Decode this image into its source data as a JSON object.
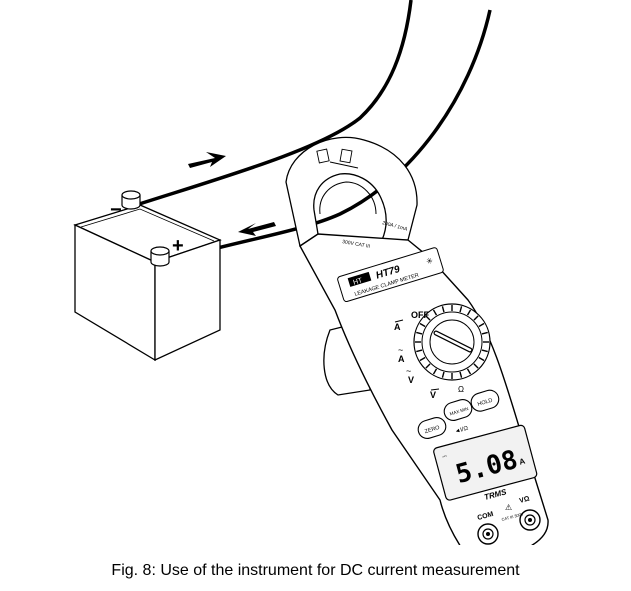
{
  "caption": "Fig. 8: Use of the instrument for DC current measurement",
  "battery": {
    "neg_symbol": "−",
    "pos_symbol": "+"
  },
  "meter": {
    "brand": "HT",
    "model": "HT79",
    "subtitle": "LEAKAGE CLAMP METER",
    "jaw_rating_left": "300V CAT III",
    "jaw_rating_right": "200A / 1mA",
    "off_label": "OFF",
    "dial_labels": [
      "A",
      "A",
      "V",
      "Ω"
    ],
    "buttons": {
      "max_min": "MAX MIN",
      "hold": "HOLD",
      "zero": "ZERO",
      "diode": "◄I/Ω"
    },
    "display": {
      "reading": "5.08",
      "unit": "A"
    },
    "trms": "TRMS",
    "com_label": "COM",
    "v_label": "VΩ",
    "cat_rating": "CAT III 300V"
  },
  "colors": {
    "stroke": "#000000",
    "display_bg": "#f2f2f2"
  }
}
